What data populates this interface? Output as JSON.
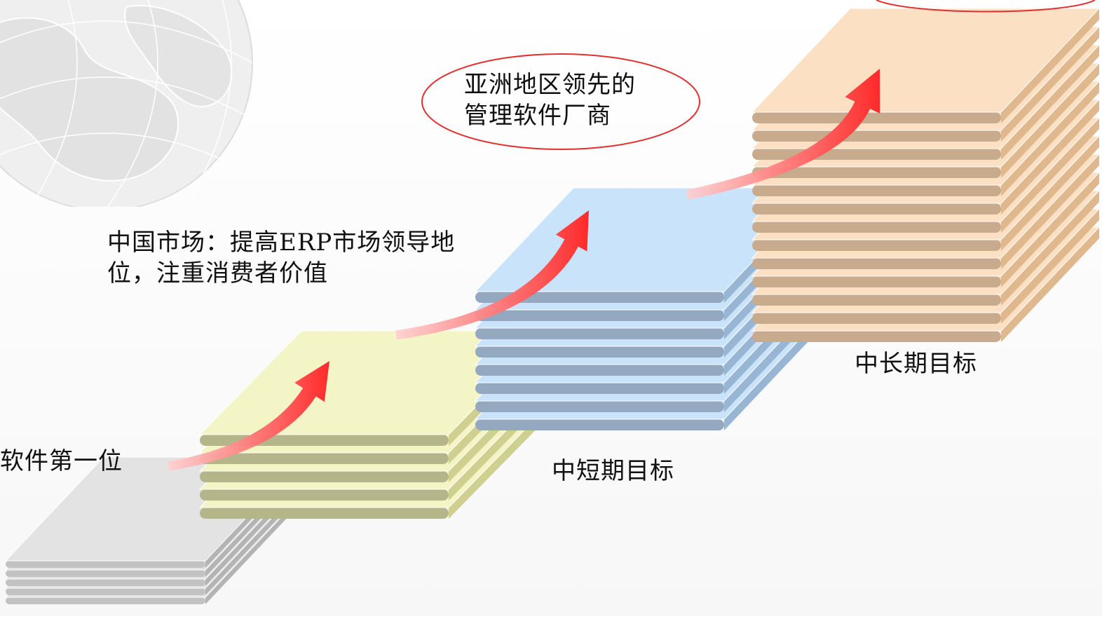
{
  "diagram": {
    "steps": [
      {
        "id": "step-1",
        "label": "软件第一位",
        "colors": {
          "top": "#e3e3e3",
          "side": "#b4b4b4",
          "front": "#c2c2c2"
        }
      },
      {
        "id": "step-2",
        "label": "",
        "colors": {
          "top": "#f4f5c6",
          "side": "#cfd08f",
          "front": "#b5b58a"
        }
      },
      {
        "id": "step-3",
        "label": "中短期目标",
        "colors": {
          "top": "#c9e3fb",
          "side": "#98b6d4",
          "front": "#94a9c0"
        }
      },
      {
        "id": "step-4",
        "label": "中长期目标",
        "colors": {
          "top": "#fbe0c4",
          "side": "#e0b88d",
          "front": "#c8aa8d"
        }
      }
    ],
    "callouts": {
      "china_market": [
        "中国市场：提高ERP市场领导地",
        "位，注重消费者价值"
      ],
      "asia_leader": [
        "亚洲地区领先的",
        "管理软件厂商"
      ]
    },
    "arrow_color": "#ff2a2a",
    "ellipse_stroke": "#e23030"
  }
}
